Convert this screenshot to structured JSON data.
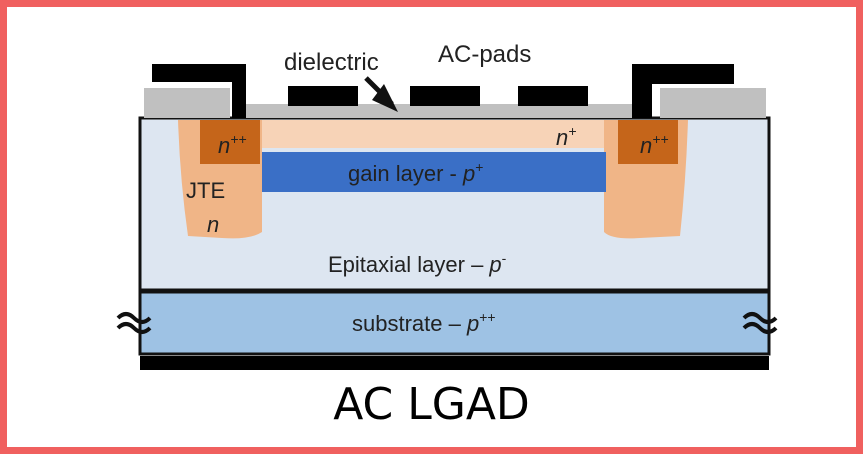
{
  "labels": {
    "dielectric": "dielectric",
    "ac_pads": "AC-pads",
    "n_plus_plus_left": "n",
    "n_plus_plus_left_sup": "++",
    "n_plus": "n",
    "n_plus_sup": "+",
    "n_plus_plus_right": "n",
    "n_plus_plus_right_sup": "++",
    "gain_layer": "gain layer - ",
    "gain_layer_p": "p",
    "gain_layer_sup": "+",
    "jte": "JTE",
    "jte_n": "n",
    "epitaxial": "Epitaxial layer – ",
    "epitaxial_p": "p",
    "epitaxial_sup": "-",
    "substrate": "substrate – ",
    "substrate_p": "p",
    "substrate_sup": "++"
  },
  "caption": "AC LGAD",
  "colors": {
    "frame_border": "#f0605f",
    "epitaxial": "#dde6f1",
    "substrate": "#9ec2e4",
    "gain_layer": "#3a6fc6",
    "n_plus": "#f7d3b7",
    "n_plus_plus": "#c5651a",
    "jte": "#f0b587",
    "dielectric": "#c0c0c0",
    "metal": "#000000"
  }
}
